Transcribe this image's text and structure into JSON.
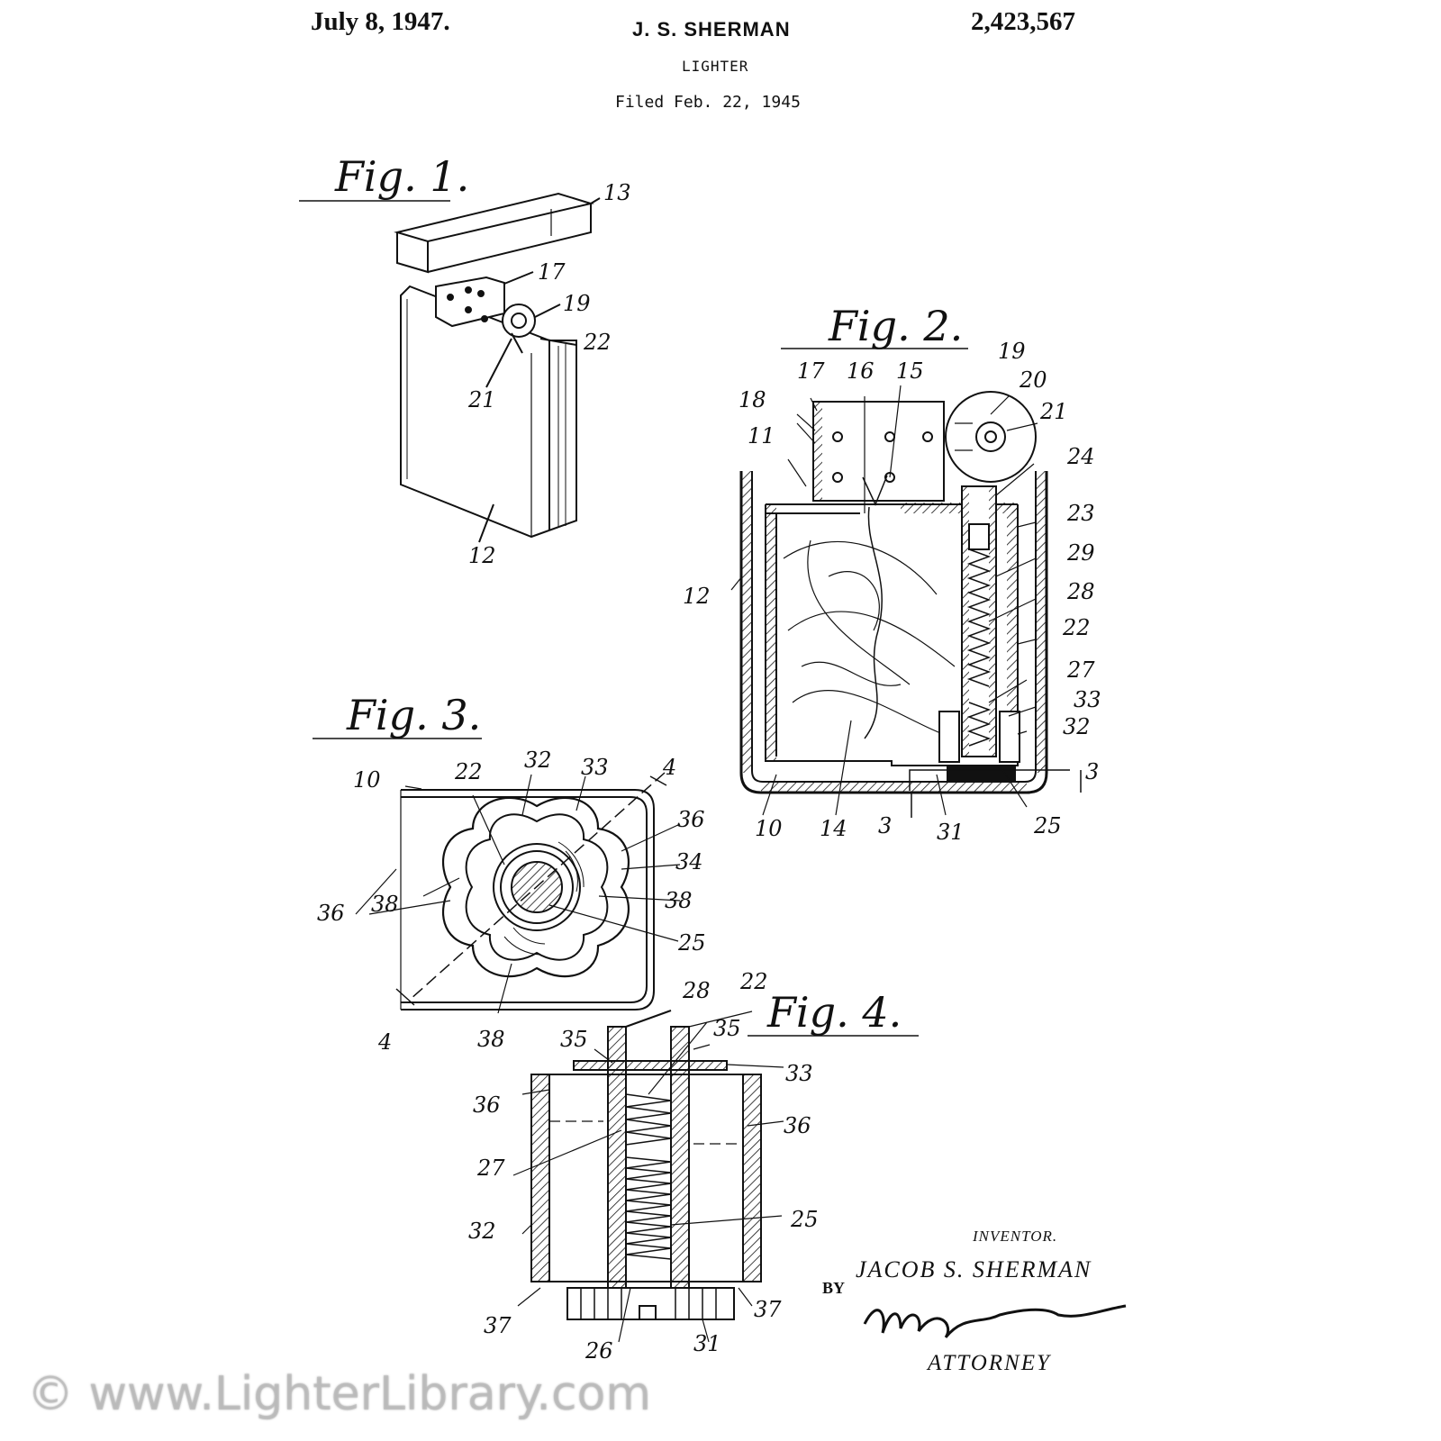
{
  "header": {
    "date": "July 8, 1947.",
    "inventor": "J. S. SHERMAN",
    "patent_number": "2,423,567",
    "title": "LIGHTER",
    "filed": "Filed Feb. 22, 1945"
  },
  "figures": {
    "fig1": {
      "label": "Fig. 1.",
      "refs": [
        "13",
        "17",
        "19",
        "22",
        "21",
        "12"
      ]
    },
    "fig2": {
      "label": "Fig. 2.",
      "refs": [
        "19",
        "20",
        "17",
        "16",
        "15",
        "18",
        "21",
        "11",
        "24",
        "23",
        "29",
        "12",
        "28",
        "22",
        "27",
        "33",
        "32",
        "3",
        "10",
        "14",
        "3",
        "31",
        "25"
      ]
    },
    "fig3": {
      "label": "Fig. 3.",
      "refs": [
        "10",
        "22",
        "32",
        "33",
        "4",
        "36",
        "34",
        "36",
        "38",
        "38",
        "25",
        "4",
        "38"
      ]
    },
    "fig4": {
      "label": "Fig. 4.",
      "refs": [
        "28",
        "22",
        "35",
        "35",
        "33",
        "36",
        "36",
        "27",
        "25",
        "32",
        "37",
        "37",
        "26",
        "31"
      ]
    }
  },
  "signature": {
    "inventor_label": "INVENTOR.",
    "inventor_name": "JACOB S. SHERMAN",
    "by_label": "BY",
    "attorney_label": "ATTORNEY"
  },
  "watermark": "© www.LighterLibrary.com"
}
